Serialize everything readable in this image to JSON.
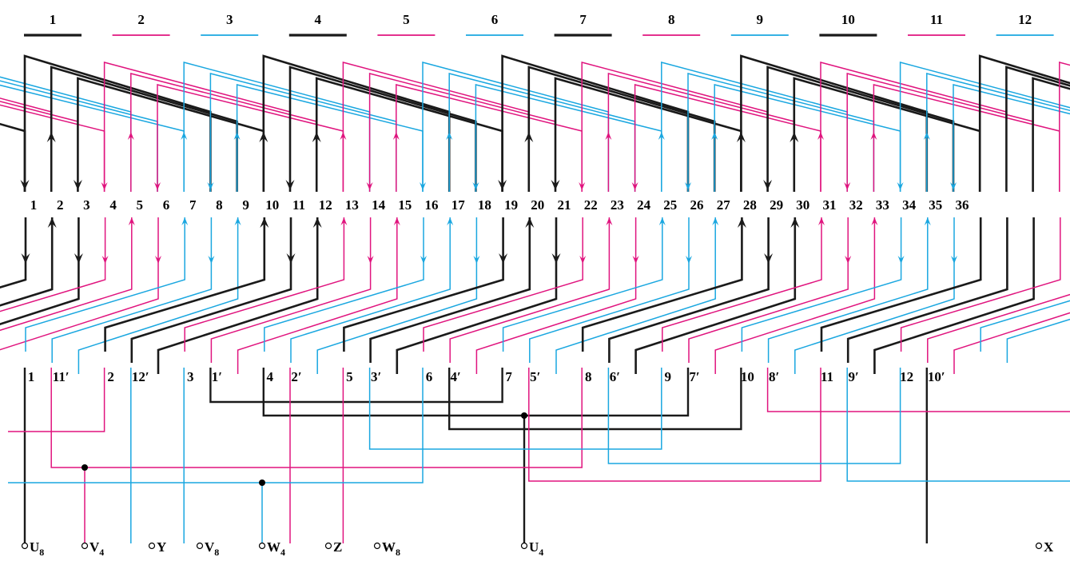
{
  "colors": {
    "black": "#1a1a1a",
    "magenta": "#e0147e",
    "cyan": "#1aa7e0",
    "phase_sequence": [
      "black",
      "magenta",
      "cyan"
    ]
  },
  "coil_groups": [
    "1",
    "2",
    "3",
    "4",
    "5",
    "6",
    "7",
    "8",
    "9",
    "10",
    "11",
    "12"
  ],
  "slots": [
    "1",
    "2",
    "3",
    "4",
    "5",
    "6",
    "7",
    "8",
    "9",
    "10",
    "11",
    "12",
    "13",
    "14",
    "15",
    "16",
    "17",
    "18",
    "19",
    "20",
    "21",
    "22",
    "23",
    "24",
    "25",
    "26",
    "27",
    "28",
    "29",
    "30",
    "31",
    "32",
    "33",
    "34",
    "35",
    "36"
  ],
  "group_leads": [
    {
      "label": "1",
      "slot": 1
    },
    {
      "label": "11′",
      "slot": 2
    },
    {
      "label": "2",
      "slot": 4
    },
    {
      "label": "12′",
      "slot": 5
    },
    {
      "label": "3",
      "slot": 7
    },
    {
      "label": "1′",
      "slot": 8
    },
    {
      "label": "4",
      "slot": 10
    },
    {
      "label": "2′",
      "slot": 11
    },
    {
      "label": "5",
      "slot": 13
    },
    {
      "label": "3′",
      "slot": 14
    },
    {
      "label": "6",
      "slot": 16
    },
    {
      "label": "4′",
      "slot": 17
    },
    {
      "label": "7",
      "slot": 19
    },
    {
      "label": "5′",
      "slot": 20
    },
    {
      "label": "8",
      "slot": 22
    },
    {
      "label": "6′",
      "slot": 23
    },
    {
      "label": "9",
      "slot": 25
    },
    {
      "label": "7′",
      "slot": 26
    },
    {
      "label": "10",
      "slot": 28
    },
    {
      "label": "8′",
      "slot": 29
    },
    {
      "label": "11",
      "slot": 31
    },
    {
      "label": "9′",
      "slot": 32
    },
    {
      "label": "12",
      "slot": 34
    },
    {
      "label": "10′",
      "slot": 35
    }
  ],
  "terminals": [
    {
      "main": "U",
      "sub": "8"
    },
    {
      "main": "V",
      "sub": "4"
    },
    {
      "main": "Y",
      "sub": ""
    },
    {
      "main": "V",
      "sub": "8"
    },
    {
      "main": "W",
      "sub": "4"
    },
    {
      "main": "Z",
      "sub": ""
    },
    {
      "main": "W",
      "sub": "8"
    },
    {
      "main": "U",
      "sub": "4"
    },
    {
      "main": "X",
      "sub": ""
    }
  ]
}
